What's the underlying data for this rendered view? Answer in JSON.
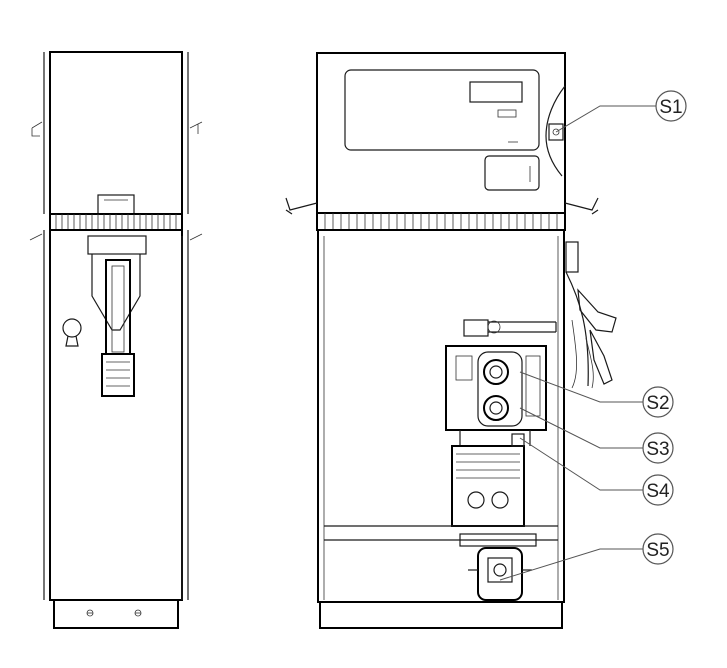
{
  "callouts": [
    {
      "id": "S1",
      "label": "S1"
    },
    {
      "id": "S2",
      "label": "S2"
    },
    {
      "id": "S3",
      "label": "S3"
    },
    {
      "id": "S4",
      "label": "S4"
    },
    {
      "id": "S5",
      "label": "S5"
    }
  ]
}
